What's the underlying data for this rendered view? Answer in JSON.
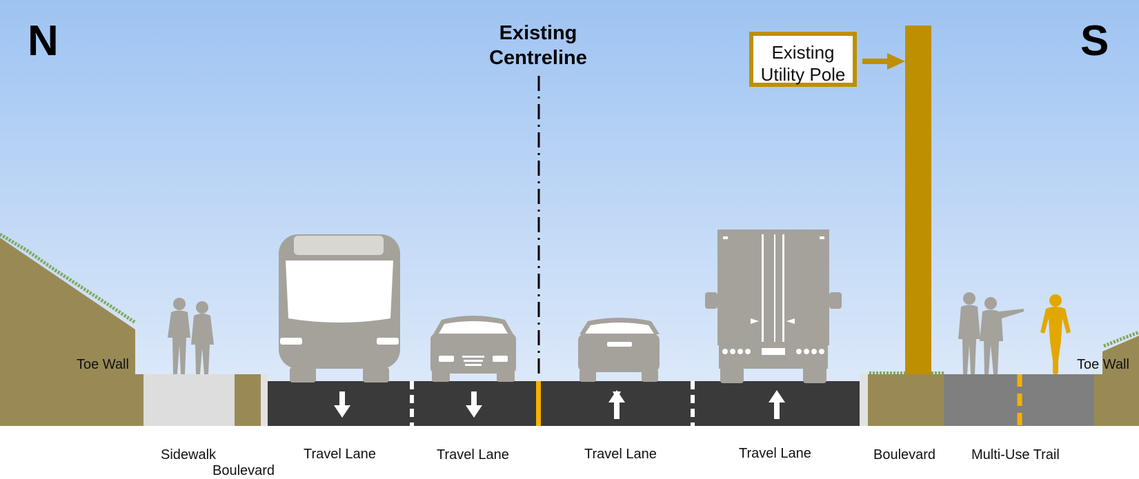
{
  "compass": {
    "north": "N",
    "south": "S"
  },
  "centreline": {
    "line1": "Existing",
    "line2": "Centreline"
  },
  "utility_pole": {
    "line1": "Existing",
    "line2": "Utility Pole"
  },
  "labels": {
    "toe_wall_left": "Toe Wall",
    "toe_wall_right": "Toe Wall",
    "sidewalk": "Sidewalk",
    "boulevard_north": "Boulevard",
    "travel_lane_1": "Travel Lane",
    "travel_lane_2": "Travel Lane",
    "travel_lane_3": "Travel Lane",
    "travel_lane_4": "Travel Lane",
    "boulevard_south": "Boulevard",
    "multi_use_trail": "Multi-Use Trail"
  },
  "lane_directions": [
    "down-arrow",
    "down-arrow",
    "up-arrow",
    "up-arrow"
  ],
  "colors": {
    "sky_top": "#9EC3F2",
    "sky_bottom": "#E3EDFA",
    "asphalt": "#3A3A3A",
    "trail": "#7F7F7F",
    "earth": "#998A55",
    "sidewalk": "#DDDDDD",
    "vehicle": "#A5A29C",
    "accent_gold": "#BE8F00",
    "centre_stripe": "#F3B100",
    "cyclist": "#E2A800"
  }
}
